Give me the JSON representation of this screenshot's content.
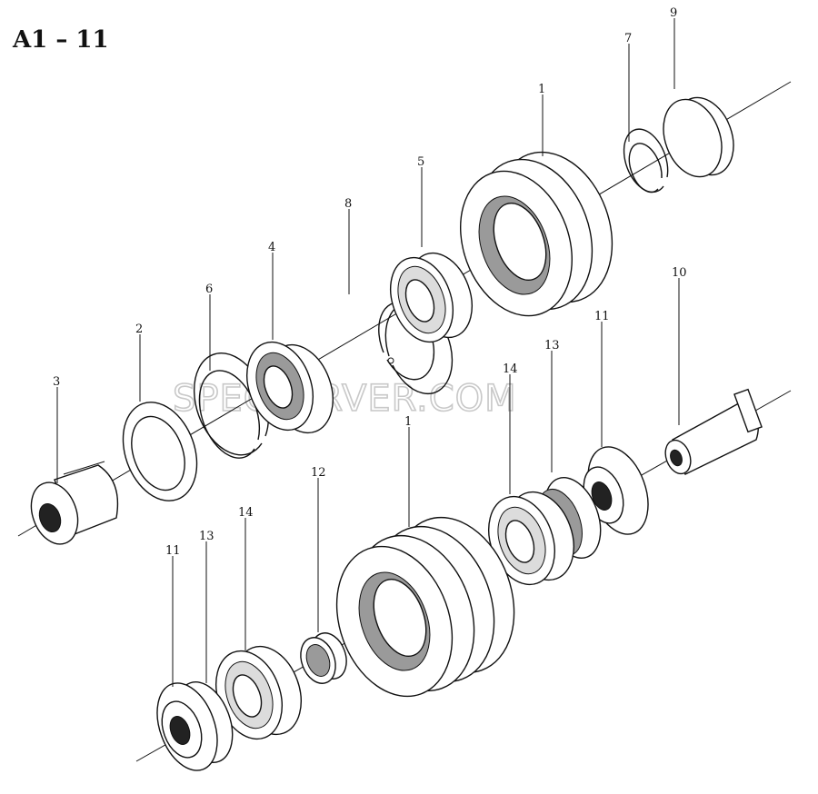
{
  "title": "A1 – 11",
  "watermark": "SPECSERVER.COM",
  "callouts": [
    {
      "id": "c-1-top",
      "label": "1"
    },
    {
      "id": "c-2",
      "label": "2"
    },
    {
      "id": "c-3",
      "label": "3"
    },
    {
      "id": "c-4",
      "label": "4"
    },
    {
      "id": "c-5",
      "label": "5"
    },
    {
      "id": "c-6",
      "label": "6"
    },
    {
      "id": "c-7",
      "label": "7"
    },
    {
      "id": "c-8",
      "label": "8"
    },
    {
      "id": "c-9",
      "label": "9"
    },
    {
      "id": "c-10",
      "label": "10"
    },
    {
      "id": "c-11-right",
      "label": "11"
    },
    {
      "id": "c-13-right",
      "label": "13"
    },
    {
      "id": "c-14-right",
      "label": "14"
    },
    {
      "id": "c-1-bottom",
      "label": "1"
    },
    {
      "id": "c-12",
      "label": "12"
    },
    {
      "id": "c-14-left",
      "label": "14"
    },
    {
      "id": "c-13-left",
      "label": "13"
    },
    {
      "id": "c-11-left",
      "label": "11"
    }
  ]
}
